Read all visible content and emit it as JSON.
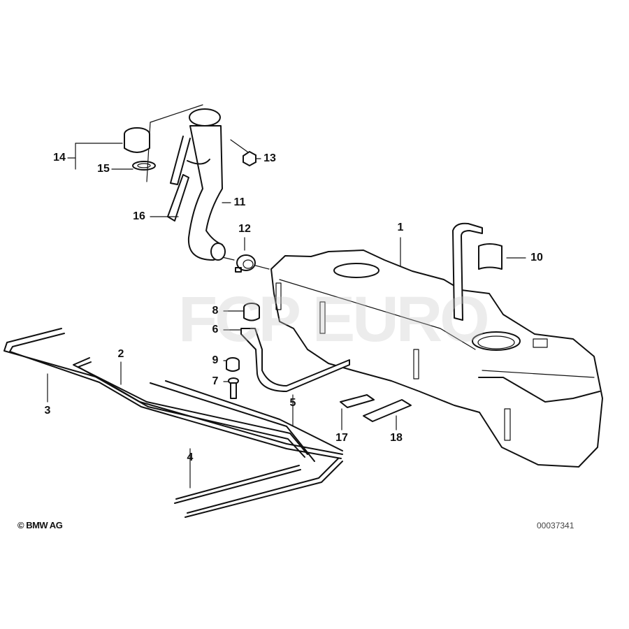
{
  "diagram": {
    "callouts": {
      "p1": "1",
      "p2": "2",
      "p3": "3",
      "p4": "4",
      "p5": "5",
      "p6": "6",
      "p7": "7",
      "p8": "8",
      "p9": "9",
      "p10": "10",
      "p11": "11",
      "p12": "12",
      "p13": "13",
      "p14": "14",
      "p15": "15",
      "p16": "16",
      "p17": "17",
      "p18": "18"
    },
    "copyright": "© BMW AG",
    "diagram_number": "00037341",
    "watermark": "FCP EURO"
  }
}
